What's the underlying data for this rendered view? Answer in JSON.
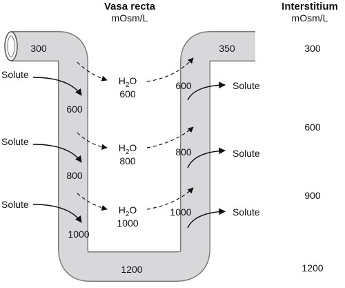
{
  "headers": {
    "vasa_recta_title": "Vasa recta",
    "vasa_recta_unit": "mOsm/L",
    "interstitium_title": "Interstitium",
    "interstitium_unit": "mOsm/L"
  },
  "descending_limb": {
    "entry_value": "300",
    "values": [
      "600",
      "800",
      "1000"
    ],
    "solute_labels": [
      "Solute",
      "Solute",
      "Solute"
    ]
  },
  "bottom_value": "1200",
  "ascending_limb": {
    "exit_value": "350",
    "values": [
      "600",
      "800",
      "1000"
    ],
    "solute_labels": [
      "Solute",
      "Solute",
      "Solute"
    ]
  },
  "water": {
    "label_main": "H",
    "label_sub": "2",
    "label_end": "O",
    "values": [
      "600",
      "800",
      "1000"
    ]
  },
  "interstitium_values": [
    "300",
    "600",
    "900",
    "1200"
  ],
  "colors": {
    "tube_fill": "#d9d9db",
    "tube_outline": "#7a7a7a",
    "arrow": "#111111"
  }
}
